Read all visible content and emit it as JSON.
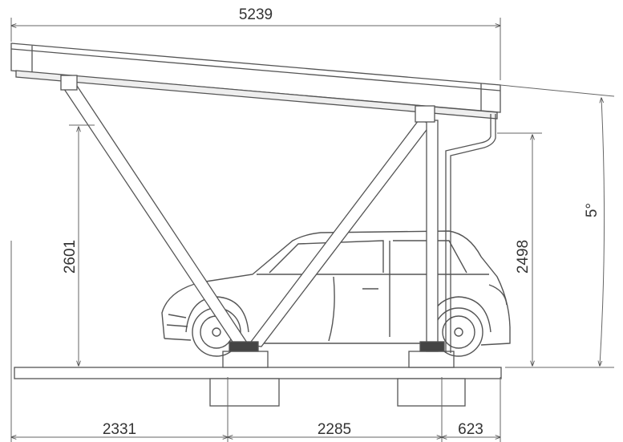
{
  "dimensions": {
    "overall_length": "5239",
    "left_clearance_height": "2601",
    "right_clearance_height": "2498",
    "tilt_angle": "5°",
    "left_span": "2331",
    "middle_span": "2285",
    "right_overhang": "623"
  },
  "colors": {
    "line": "#555555",
    "dim_line": "#666666",
    "text": "#333333",
    "background": "#ffffff"
  }
}
